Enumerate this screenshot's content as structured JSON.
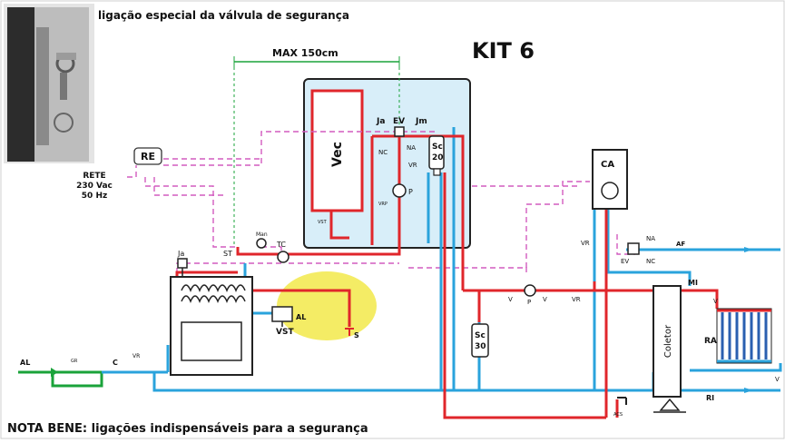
{
  "header": {
    "caption": "ligação especial da válvula de segurança",
    "kit": "KIT 6",
    "max": "MAX 150cm"
  },
  "footer": {
    "note": "NOTA BENE: ligações indispensáveis para a segurança"
  },
  "labels": {
    "re": "RE",
    "rete1": "RETE",
    "rete2": "230 Vac",
    "rete3": "50 Hz",
    "vec": "Vec",
    "ja": "Ja",
    "ev": "EV",
    "jm": "Jm",
    "sc20a": "Sc",
    "sc20b": "20",
    "nc": "NC",
    "na": "NA",
    "vr": "VR",
    "p": "P",
    "vst_small": "VST",
    "vrp": "VRP",
    "st": "ST",
    "man": "Man",
    "tc": "TC",
    "ja2": "Ja",
    "vst": "VST",
    "al": "AL",
    "s": "S",
    "al_left": "AL",
    "gr": "GR",
    "c": "C",
    "vr_left": "VR",
    "sc30a": "Sc",
    "sc30b": "30",
    "v1": "V",
    "p2": "P",
    "v2": "V",
    "vr2": "VR",
    "coletor": "Coletor",
    "ca": "CA",
    "vr3": "VR",
    "na2": "NA",
    "ev2": "EV",
    "nc2": "NC",
    "af": "AF",
    "mi": "MI",
    "v3": "V",
    "ra": "RA",
    "v4": "V",
    "ri": "RI",
    "acs": "ACS"
  },
  "colors": {
    "red": "#e0262b",
    "blue": "#2aa3dc",
    "green": "#1aa33a",
    "magenta": "#d25bbf",
    "tank_bg": "#d8eef9",
    "yellow": "#f2e94a"
  }
}
